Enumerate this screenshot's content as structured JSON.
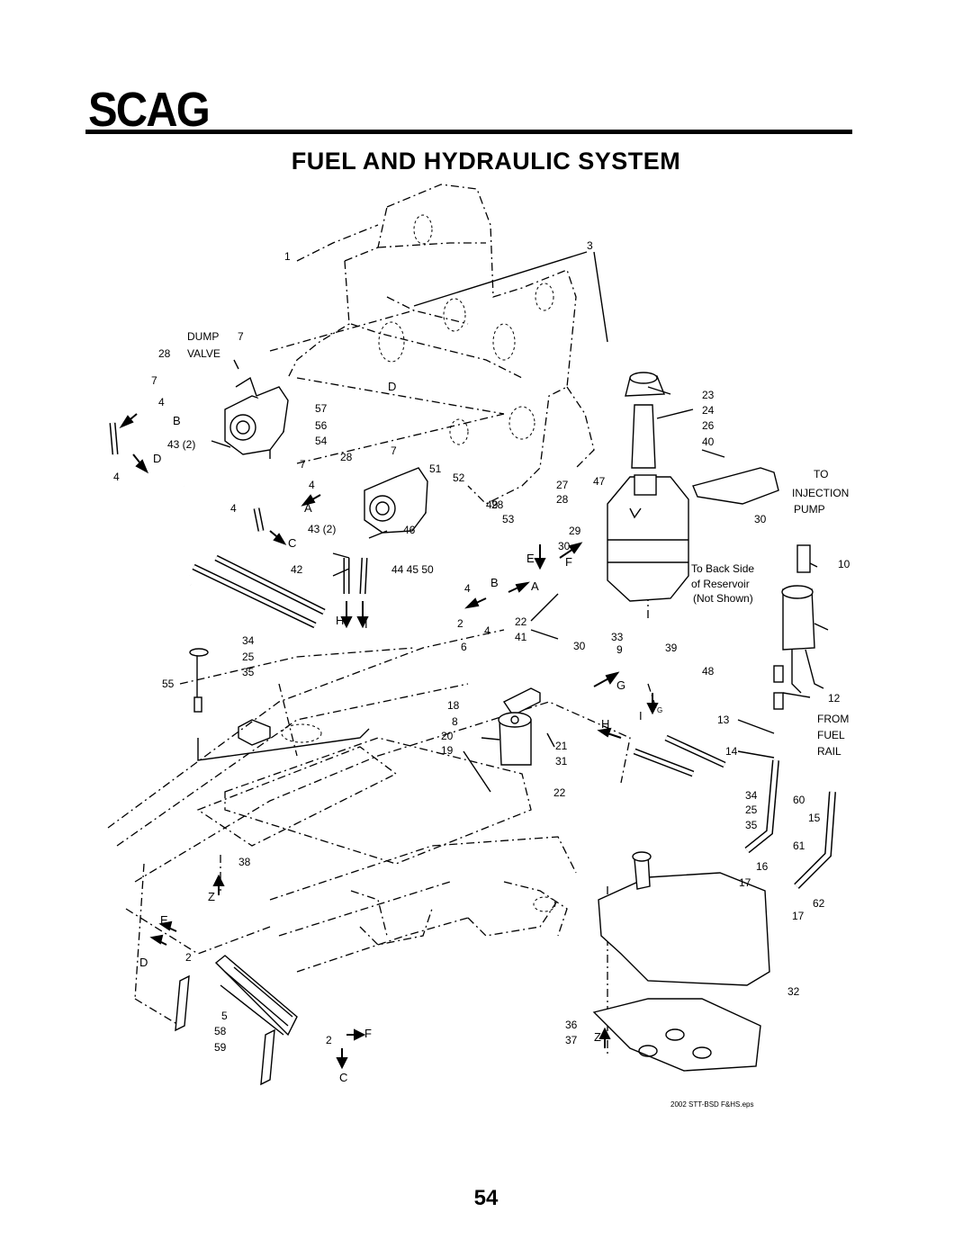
{
  "header": {
    "brand": "SCAG",
    "title": "FUEL AND HYDRAULIC SYSTEM"
  },
  "page_number": "54",
  "file_label": "2002 STT-BSD F&HS.eps",
  "notes": {
    "dump_valve_line1": "DUMP",
    "dump_valve_line2": "VALVE",
    "to_injection_1": "TO",
    "to_injection_2": "INJECTION",
    "to_injection_3": "PUMP",
    "reservoir_1": "To Back Side",
    "reservoir_2": "of Reservoir",
    "reservoir_3": "(Not Shown)",
    "from_fuel_1": "FROM",
    "from_fuel_2": "FUEL",
    "from_fuel_3": "RAIL"
  },
  "callouts": [
    "1",
    "3",
    "7",
    "28",
    "7",
    "4",
    "B",
    "43 (2)",
    "D",
    "4",
    "57",
    "56",
    "54",
    "D",
    "28",
    "7",
    "7",
    "4",
    "51",
    "52",
    "A",
    "4",
    "C",
    "43 (2)",
    "46",
    "42",
    "44 45 50",
    "23",
    "24",
    "26",
    "40",
    "27",
    "47",
    "49",
    "28",
    "28",
    "53",
    "29",
    "30",
    "E",
    "F",
    "30",
    "10",
    "4",
    "B",
    "A",
    "H",
    "I",
    "2",
    "22",
    "4",
    "6",
    "41",
    "30",
    "33",
    "39",
    "9",
    "48",
    "34",
    "25",
    "35",
    "55",
    "18",
    "8",
    "20",
    "19",
    "21",
    "31",
    "G",
    "I",
    "G",
    "H",
    "13",
    "12",
    "14",
    "22",
    "34",
    "25",
    "35",
    "60",
    "15",
    "61",
    "16",
    "17",
    "17",
    "62",
    "38",
    "Z",
    "E",
    "D",
    "2",
    "5",
    "58",
    "59",
    "2",
    "F",
    "C",
    "32",
    "36",
    "Z",
    "37"
  ]
}
